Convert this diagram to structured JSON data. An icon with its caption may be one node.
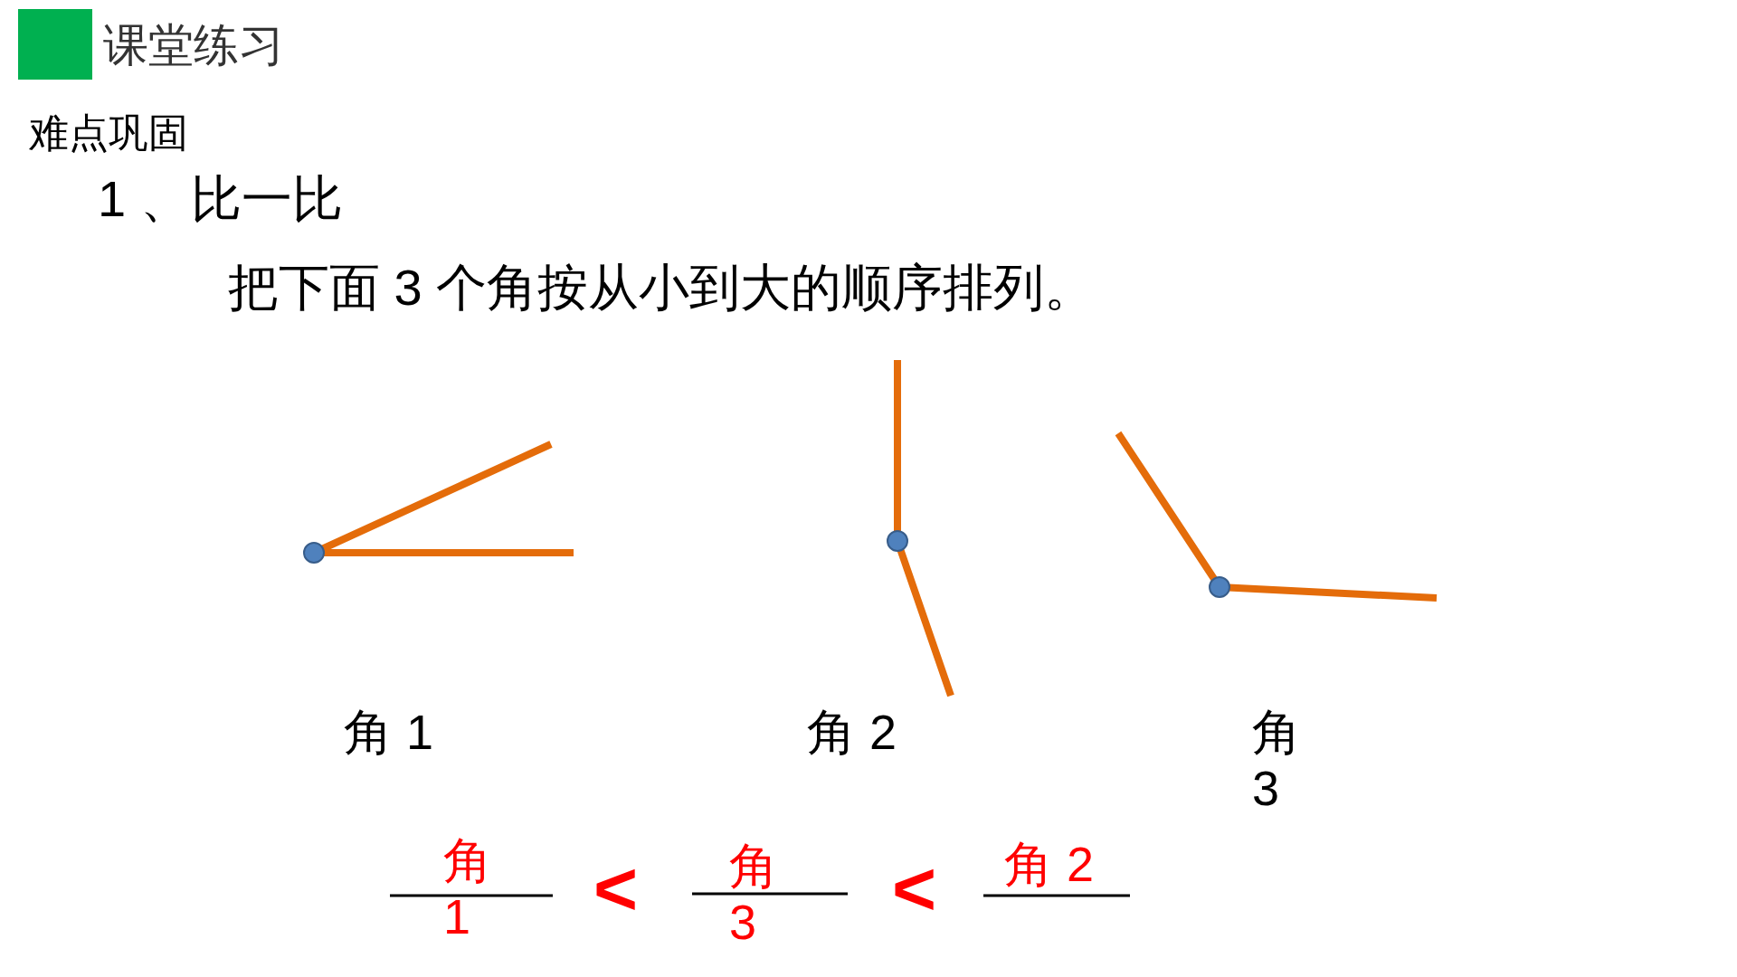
{
  "diagram": {
    "title": "课堂练习",
    "labels": [
      "难点巩固",
      "1 、比一比",
      "把下面 3 个角按从小到大的顺序排列。",
      "角 1",
      "角 2",
      "角 3",
      "角 1",
      "<",
      "角 3",
      "<",
      "角 2"
    ]
  }
}
